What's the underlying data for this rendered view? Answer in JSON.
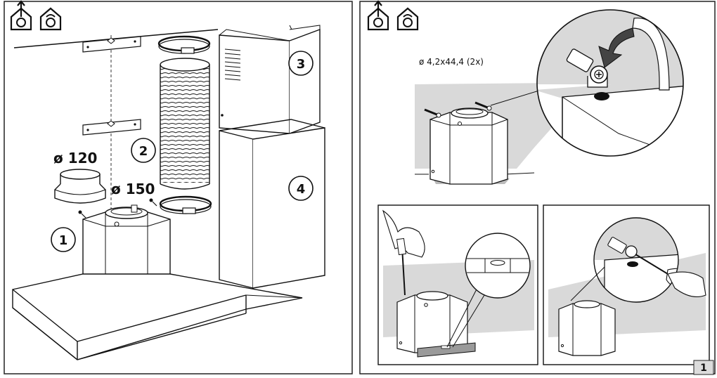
{
  "left_panel": {
    "callouts": [
      "1",
      "2",
      "3",
      "4"
    ],
    "dimension_120": "ø 120",
    "dimension_150": "ø 150"
  },
  "right_panel": {
    "screw_spec": "ø 4,2x44,4 (2x)"
  },
  "page_number": "1",
  "icons": [
    "duct-out-icon",
    "recirculation-icon"
  ],
  "colors": {
    "line": "#1a1a1a",
    "wall_shade": "#d9d9d9",
    "panel_border": "#222222",
    "page_badge": "#dcdcdc"
  }
}
